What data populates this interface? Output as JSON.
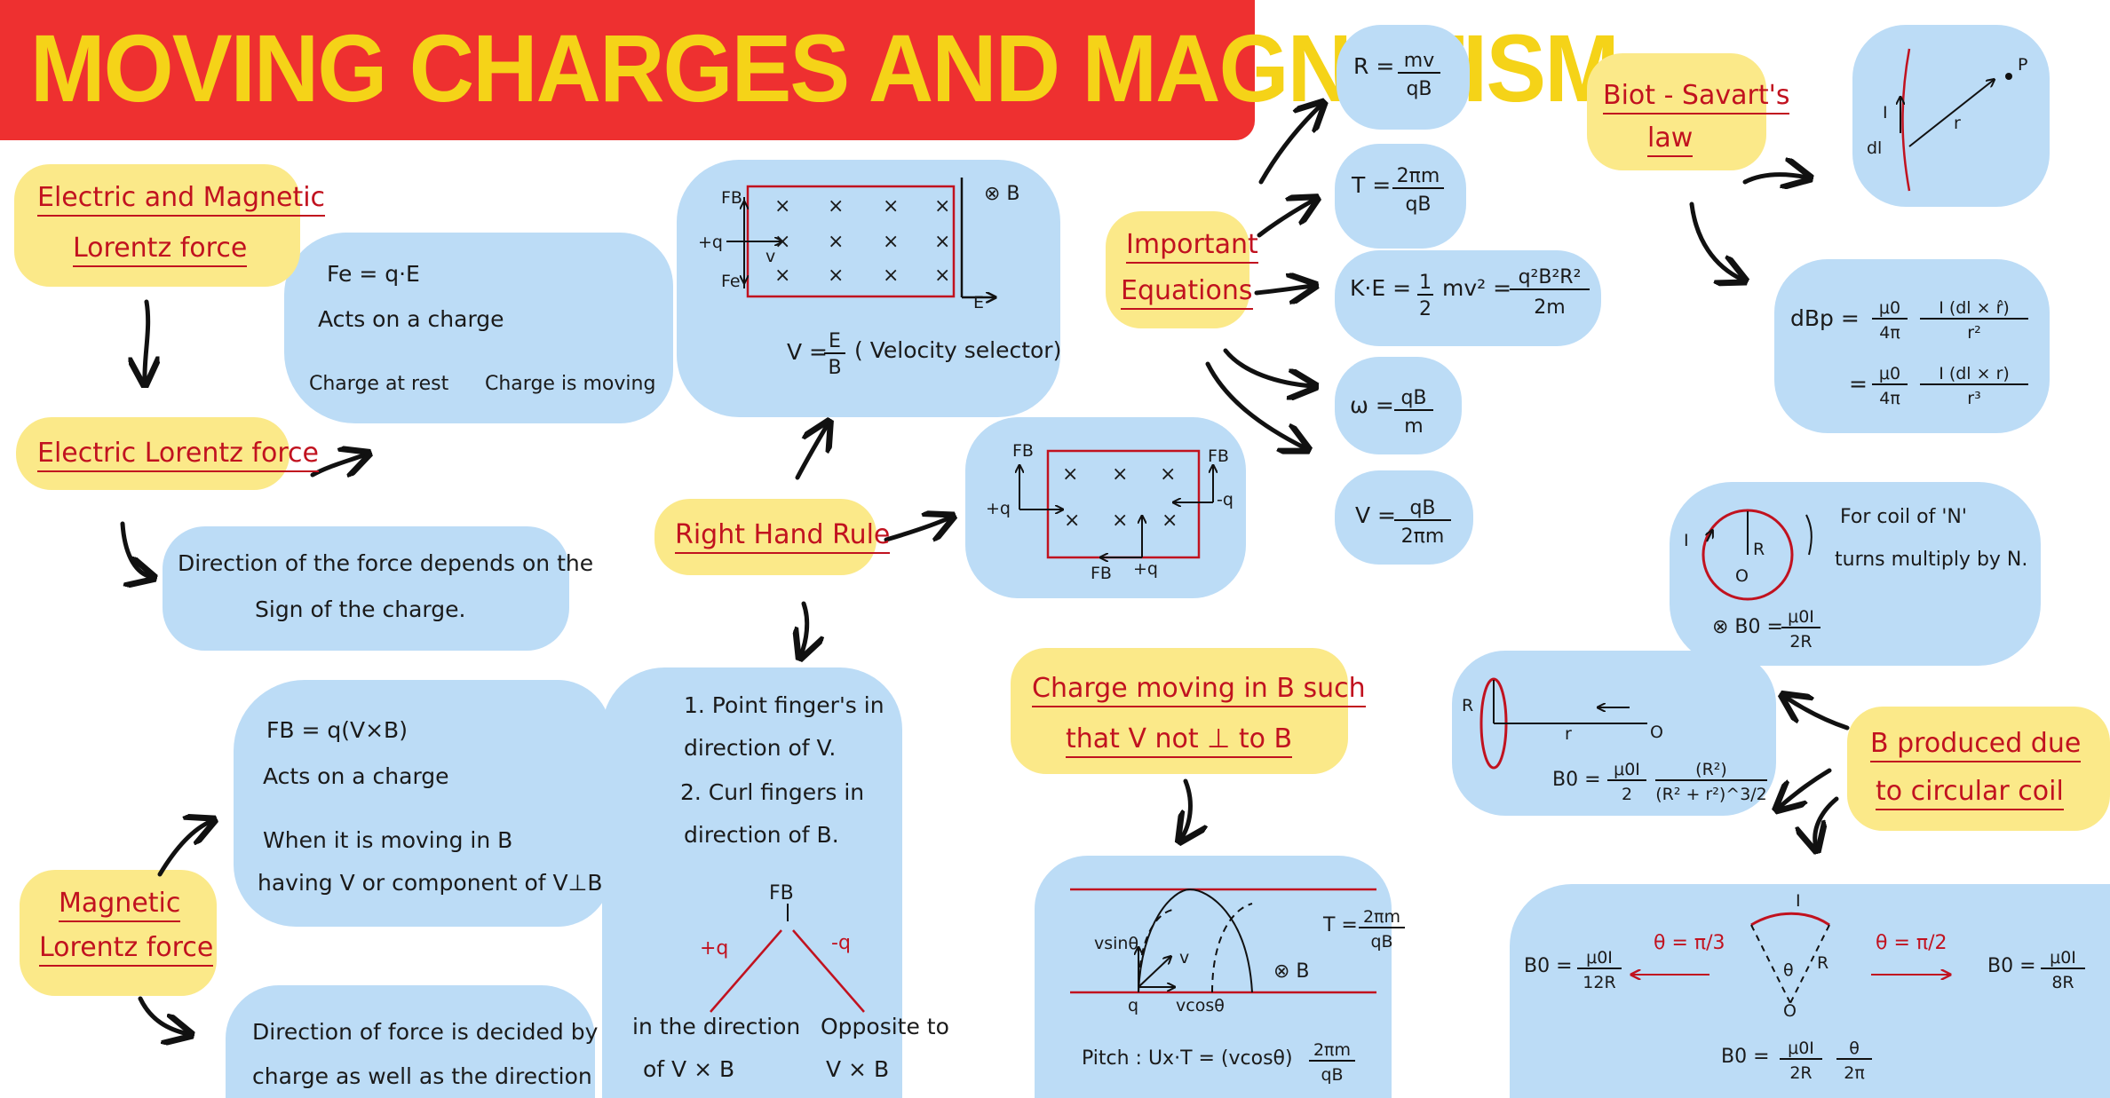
{
  "title": "MOVING CHARGES AND MAGNETISM",
  "electric_magnetic": {
    "line1": "Electric and Magnetic",
    "line2": "Lorentz force"
  },
  "fe_box": {
    "formula": "Fe = q·E",
    "acts": "Acts on a charge",
    "rest": "Charge at rest",
    "moving": "Charge is moving"
  },
  "electric_lorentz": "Electric Lorentz force",
  "direction_sign": {
    "line1": "Direction of the force depends on the",
    "line2": "Sign of the charge."
  },
  "fb_box": {
    "formula": "FB = q(V×B)",
    "acts": "Acts on a charge",
    "when": "When it is moving in B",
    "having": "having V or component of V⊥B"
  },
  "magnetic_lorentz": {
    "line1": "Magnetic",
    "line2": "Lorentz force"
  },
  "direction_decided": {
    "line1": "Direction of force is decided by",
    "line2": "charge as well as the direction"
  },
  "velocity_selector": {
    "fb": "FB",
    "q": "+q",
    "v": "v",
    "fe": "Fe",
    "b": "⊗ B",
    "e": "E",
    "cross": "×",
    "formula_lhs": "V =",
    "num": "E",
    "den": "B",
    "desc": "( Velocity selector)"
  },
  "right_hand_rule": "Right Hand Rule",
  "rhr_box": {
    "fb_top": "FB",
    "fb_bottom": "FB",
    "fb_right": "FB",
    "q_left": "+q",
    "q_right": "-q",
    "q_bottom": "+q",
    "cross": "×"
  },
  "rhr_steps": {
    "s1a": "1. Point finger's in",
    "s1b": "direction of V.",
    "s2a": "2. Curl fingers in",
    "s2b": "direction of B.",
    "fb": "FB",
    "plus": "+q",
    "minus": "-q",
    "plus_a": "in the direction",
    "plus_b": "of V × B",
    "minus_a": "Opposite to",
    "minus_b": "V × B"
  },
  "important": {
    "line1": "Important",
    "line2": "Equations"
  },
  "equations": {
    "r_lhs": "R =",
    "r_num": "mv",
    "r_den": "qB",
    "t_lhs": "T =",
    "t_num": "2πm",
    "t_den": "qB",
    "ke_lhs": "K·E =",
    "ke_half_num": "1",
    "ke_half_den": "2",
    "ke_mid": "mv² =",
    "ke_num": "q²B²R²",
    "ke_den": "2m",
    "w_lhs": "ω =",
    "w_num": "qB",
    "w_den": "m",
    "v_lhs": "V =",
    "v_num": "qB",
    "v_den": "2πm"
  },
  "not_perp": {
    "line1": "Charge moving in B such",
    "line2": "that V not ⊥ to B"
  },
  "helix": {
    "vsin": "vsinθ",
    "v": "v",
    "vcos": "vcosθ",
    "q": "q",
    "b": "⊗ B",
    "t_lhs": "T =",
    "t_num": "2πm",
    "t_den": "qB",
    "pitch_lhs": "Pitch : Ux·T = (vcosθ)",
    "pitch_num": "2πm",
    "pitch_den": "qB"
  },
  "biot": {
    "line1": "Biot - Savart's",
    "line2": "law"
  },
  "biot_fig": {
    "i": "I",
    "dl": "dl",
    "r": "r",
    "p": "P"
  },
  "dbp": {
    "lhs": "dBp =",
    "mu": "μ0",
    "four_pi": "4π",
    "n1": "I (dl × r̂)",
    "d1": "r²",
    "eq2": "=",
    "n2": "I (dl × r)",
    "d2": "r³"
  },
  "coil_fig": {
    "i": "I",
    "r": "R",
    "o": "O",
    "b0": "⊗ B0 =",
    "num": "μ0I",
    "den": "2R",
    "note1": "For coil of 'N'",
    "note2": "turns multiply by N."
  },
  "axis_fig": {
    "r": "R",
    "x": "r",
    "o": "O",
    "lhs": "B0 =",
    "n1": "μ0I",
    "d1": "2",
    "n2": "(R²)",
    "d2": "(R² + r²)^3/2"
  },
  "circular": {
    "line1": "B produced due",
    "line2": "to circular coil"
  },
  "arc": {
    "l_lhs": "B0 =",
    "l_num": "μ0I",
    "l_den": "12R",
    "l_angle": "θ = π/3",
    "r_lhs": "B0 =",
    "r_num": "μ0I",
    "r_den": "8R",
    "r_angle": "θ = π/2",
    "i": "I",
    "r": "R",
    "th": "θ",
    "o": "O",
    "b_lhs": "B0 =",
    "b_num1": "μ0I",
    "b_den1": "2R",
    "b_num2": "θ",
    "b_den2": "2π"
  }
}
